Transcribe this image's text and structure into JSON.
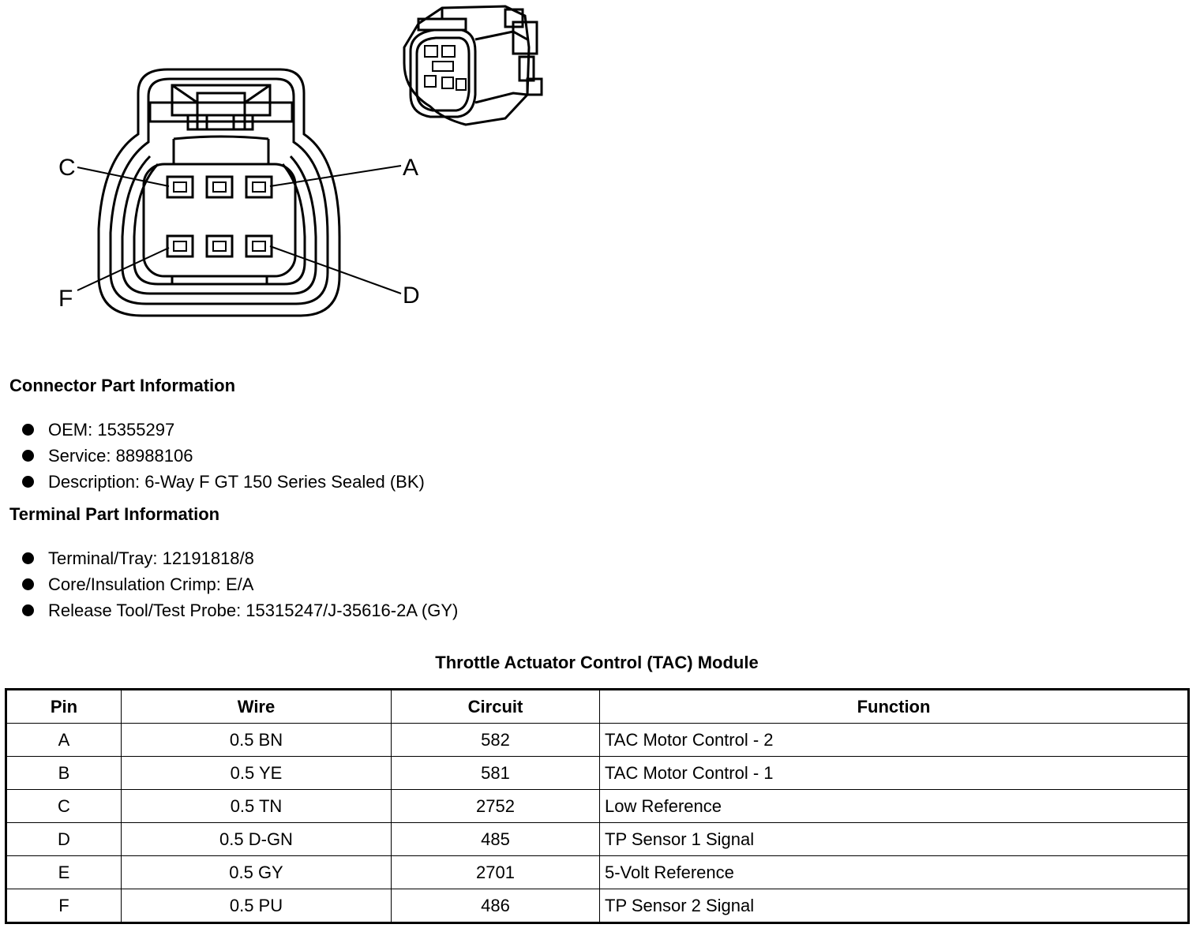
{
  "diagram": {
    "pin_labels": {
      "c": "C",
      "a": "A",
      "f": "F",
      "d": "D"
    }
  },
  "connector_info": {
    "heading": "Connector Part Information",
    "items": [
      "OEM: 15355297",
      "Service: 88988106",
      "Description: 6-Way F GT 150 Series Sealed (BK)"
    ]
  },
  "terminal_info": {
    "heading": "Terminal Part Information",
    "items": [
      "Terminal/Tray: 12191818/8",
      "Core/Insulation Crimp: E/A",
      "Release Tool/Test Probe: 15315247/J-35616-2A (GY)"
    ]
  },
  "table": {
    "title": "Throttle Actuator Control (TAC) Module",
    "headers": [
      "Pin",
      "Wire",
      "Circuit",
      "Function"
    ],
    "rows": [
      [
        "A",
        "0.5 BN",
        "582",
        "TAC Motor Control - 2"
      ],
      [
        "B",
        "0.5 YE",
        "581",
        "TAC Motor Control - 1"
      ],
      [
        "C",
        "0.5 TN",
        "2752",
        "Low Reference"
      ],
      [
        "D",
        "0.5 D-GN",
        "485",
        "TP Sensor 1 Signal"
      ],
      [
        "E",
        "0.5 GY",
        "2701",
        "5-Volt Reference"
      ],
      [
        "F",
        "0.5 PU",
        "486",
        "TP Sensor 2 Signal"
      ]
    ]
  }
}
